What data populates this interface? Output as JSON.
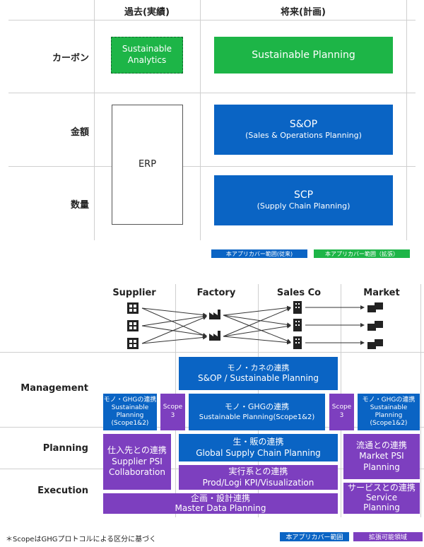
{
  "top": {
    "col_past": "過去(実績)",
    "col_future": "将来(計画)",
    "row_carbon": "カーボン",
    "row_money": "金額",
    "row_quantity": "数量",
    "sustainable_analytics_line1": "Sustainable",
    "sustainable_analytics_line2": "Analytics",
    "erp": "ERP",
    "sustainable_planning": "Sustainable Planning",
    "sop_title": "S&OP",
    "sop_sub": "(Sales & Operations Planning)",
    "scp_title": "SCP",
    "scp_sub": "(Supply Chain Planning)",
    "legend_conventional": "本アプリカバー範囲(従来)",
    "legend_extended": "本アプリカバー範囲（拡張）"
  },
  "bottom": {
    "nodes": [
      "Supplier",
      "Factory",
      "Sales Co",
      "Market"
    ],
    "rows": {
      "management": "Management",
      "planning": "Planning",
      "execution": "Execution"
    },
    "boxes": {
      "mono_kane_line1": "モノ・カネの連携",
      "mono_kane_line2": "S&OP / Sustainable Planning",
      "ghg_left_1": "モノ・GHGの連携",
      "ghg_left_2": "Sustainable",
      "ghg_left_3": "Planning",
      "ghg_left_4": "(Scope1&2)",
      "scope3_left_1": "Scope",
      "scope3_left_2": "3",
      "ghg_center_1": "モノ・GHGの連携",
      "ghg_center_2": "Sustainable Planning(Scope1&2)",
      "scope3_right_1": "Scope",
      "scope3_right_2": "3",
      "ghg_right_1": "モノ・GHGの連携",
      "ghg_right_2": "Sustainable",
      "ghg_right_3": "Planning",
      "ghg_right_4": "(Scope1&2)",
      "supplier_1": "仕入先との連携",
      "supplier_2": "Supplier PSI",
      "supplier_3": "Collaboration",
      "gscp_1": "生・販の連携",
      "gscp_2": "Global Supply Chain Planning",
      "market_1": "流通との連携",
      "market_2": "Market PSI",
      "market_3": "Planning",
      "prod_1": "実行系との連携",
      "prod_2": "Prod/Logi KPI/Visualization",
      "service_1": "サービスとの連携",
      "service_2": "Service",
      "service_3": "Planning",
      "master_1": "企画・設計連携",
      "master_2": "Master Data Planning"
    },
    "footnote": "＊ScopeはGHGプロトコルによる区分に基づく",
    "legend_app": "本アプリカバー範囲",
    "legend_extended": "拡張可能領域"
  },
  "colors": {
    "blue": "#0a64c4",
    "green": "#1db547",
    "purple": "#7d3fbf"
  }
}
